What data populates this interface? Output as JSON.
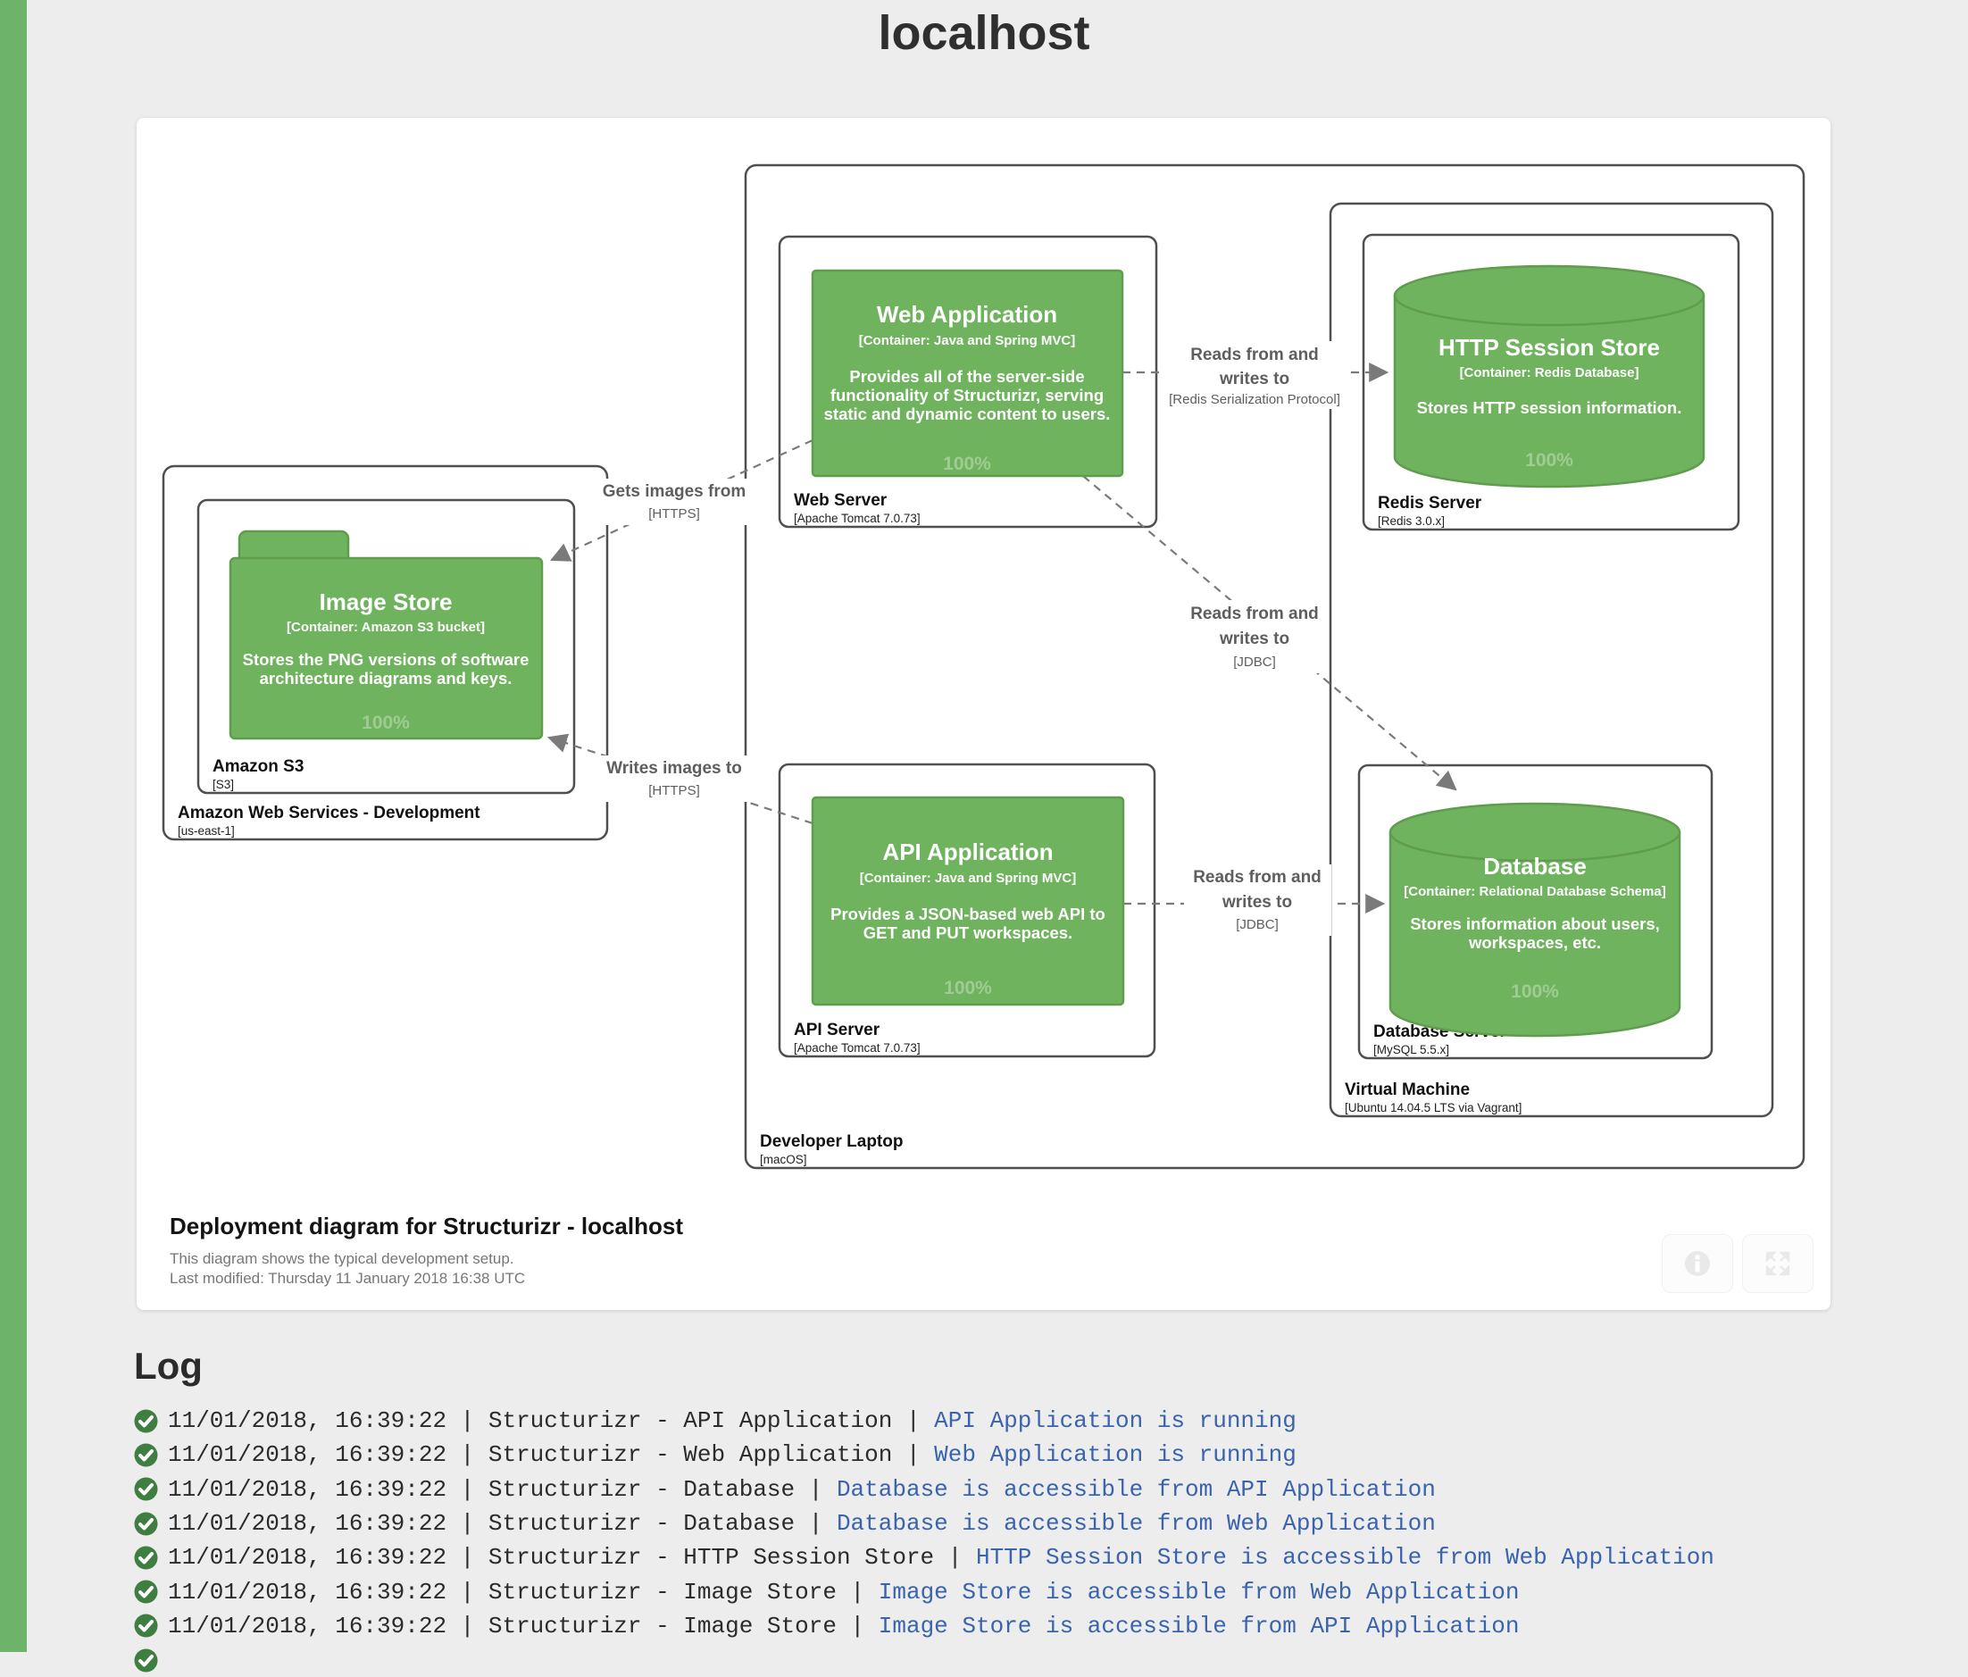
{
  "page": {
    "title": "localhost"
  },
  "colors": {
    "brand_green": "#6db36a",
    "element_green": "#6fb35e",
    "element_border": "#5f9c4d",
    "check_green": "#3e7e40",
    "link_blue": "#3a63ad",
    "page_background": "#ededed"
  },
  "diagram": {
    "nodes": {
      "developer_laptop": {
        "name": "Developer Laptop",
        "meta": "[macOS]"
      },
      "virtual_machine": {
        "name": "Virtual Machine",
        "meta": "[Ubuntu 14.04.5 LTS via Vagrant]"
      },
      "web_server": {
        "name": "Web Server",
        "meta": "[Apache Tomcat 7.0.73]"
      },
      "api_server": {
        "name": "API Server",
        "meta": "[Apache Tomcat 7.0.73]"
      },
      "redis_server": {
        "name": "Redis Server",
        "meta": "[Redis 3.0.x]"
      },
      "database_server": {
        "name": "Database Server",
        "meta": "[MySQL 5.5.x]"
      },
      "aws": {
        "name": "Amazon Web Services - Development",
        "meta": "[us-east-1]"
      },
      "amazon_s3": {
        "name": "Amazon S3",
        "meta": "[S3]"
      }
    },
    "elements": {
      "web_application": {
        "name": "Web Application",
        "meta": "[Container: Java and Spring MVC]",
        "desc": [
          "Provides all of the server-side",
          "functionality of Structurizr, serving",
          "static and dynamic content to users."
        ],
        "instances": "100%"
      },
      "api_application": {
        "name": "API Application",
        "meta": "[Container: Java and Spring MVC]",
        "desc": [
          "Provides a JSON-based web API to",
          "GET and PUT workspaces."
        ],
        "instances": "100%"
      },
      "image_store": {
        "name": "Image Store",
        "meta": "[Container: Amazon S3 bucket]",
        "desc": [
          "Stores the PNG versions of software",
          "architecture diagrams and keys."
        ],
        "instances": "100%"
      },
      "http_session_store": {
        "name": "HTTP Session Store",
        "meta": "[Container: Redis Database]",
        "desc": [
          "Stores HTTP session information."
        ],
        "instances": "100%"
      },
      "database": {
        "name": "Database",
        "meta": "[Container: Relational Database Schema]",
        "desc": [
          "Stores information about users,",
          "workspaces, etc."
        ],
        "instances": "100%"
      }
    },
    "relationships": {
      "web_gets_images": {
        "lines": [
          "Gets images from"
        ],
        "meta": "[HTTPS]"
      },
      "api_writes_images": {
        "lines": [
          "Writes images to"
        ],
        "meta": "[HTTPS]"
      },
      "web_session": {
        "lines": [
          "Reads from and",
          "writes to"
        ],
        "meta": "[Redis Serialization Protocol]"
      },
      "web_database": {
        "lines": [
          "Reads from and",
          "writes to"
        ],
        "meta": "[JDBC]"
      },
      "api_database": {
        "lines": [
          "Reads from and",
          "writes to"
        ],
        "meta": "[JDBC]"
      }
    },
    "caption": {
      "title": "Deployment diagram for Structurizr - localhost",
      "subtitle": "This diagram shows the typical development setup.",
      "last_modified": "Last modified: Thursday 11 January 2018 16:38 UTC"
    }
  },
  "log": {
    "heading": "Log",
    "sep": " | ",
    "rows": [
      {
        "time": "11/01/2018, 16:39:22",
        "source": "Structurizr - API Application",
        "message": "API Application is running"
      },
      {
        "time": "11/01/2018, 16:39:22",
        "source": "Structurizr - Web Application",
        "message": "Web Application is running"
      },
      {
        "time": "11/01/2018, 16:39:22",
        "source": "Structurizr - Database",
        "message": "Database is accessible from API Application"
      },
      {
        "time": "11/01/2018, 16:39:22",
        "source": "Structurizr - Database",
        "message": "Database is accessible from Web Application"
      },
      {
        "time": "11/01/2018, 16:39:22",
        "source": "Structurizr - HTTP Session Store",
        "message": "HTTP Session Store is accessible from Web Application"
      },
      {
        "time": "11/01/2018, 16:39:22",
        "source": "Structurizr - Image Store",
        "message": "Image Store is accessible from Web Application"
      },
      {
        "time": "11/01/2018, 16:39:22",
        "source": "Structurizr - Image Store",
        "message": "Image Store is accessible from API Application"
      }
    ]
  }
}
